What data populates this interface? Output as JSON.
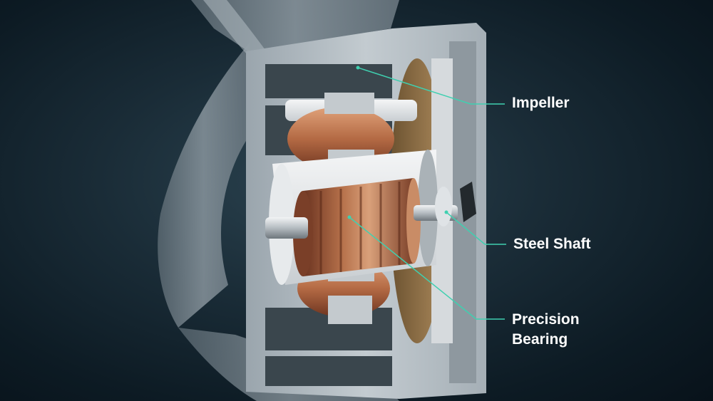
{
  "labels": {
    "impeller": "Impeller",
    "steel_shaft": "Steel Shaft",
    "precision_bearing_line1": "Precision",
    "precision_bearing_line2": "Bearing"
  },
  "colors": {
    "background": "#0d1b24",
    "leader_line": "#3fd0b0",
    "housing": "#aab4bb",
    "copper": "#b06a45",
    "label_text": "#ffffff"
  }
}
